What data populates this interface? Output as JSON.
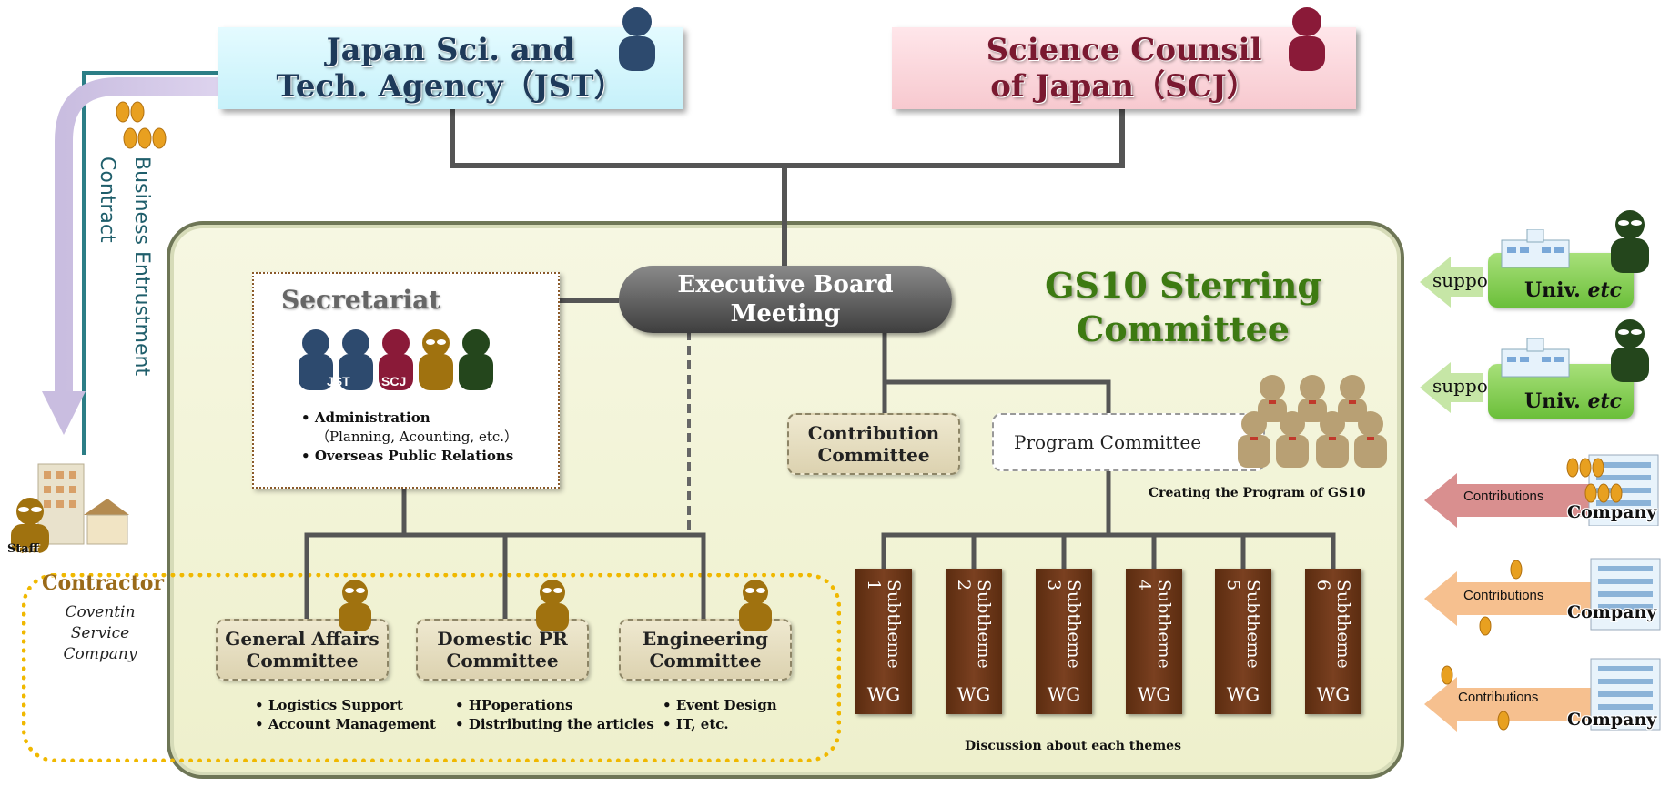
{
  "top_agencies": {
    "jst": "Japan Sci. and\nTech. Agency（JST）",
    "scj": "Science Counsil\nof Japan（SCJ）"
  },
  "contract_label": "Business Entrustment Contract",
  "steering": {
    "title": "GS10 Sterring\nCommittee",
    "executive_board": "Executive Board\nMeeting"
  },
  "secretariat": {
    "title": "Secretariat",
    "member_labels": [
      "JST",
      "SCJ"
    ],
    "duties": [
      "Administration",
      "（Planning, Acounting, etc.）",
      "Overseas Public Relations"
    ]
  },
  "contribution_committee": "Contribution\nCommittee",
  "program_committee": {
    "label": "Program Committee",
    "caption": "Creating the Program of GS10"
  },
  "working_groups": {
    "items": [
      {
        "subtheme": "Subtheme 1",
        "wg": "WG"
      },
      {
        "subtheme": "Subtheme 2",
        "wg": "WG"
      },
      {
        "subtheme": "Subtheme 3",
        "wg": "WG"
      },
      {
        "subtheme": "Subtheme 4",
        "wg": "WG"
      },
      {
        "subtheme": "Subtheme 5",
        "wg": "WG"
      },
      {
        "subtheme": "Subtheme 6",
        "wg": "WG"
      }
    ],
    "caption": "Discussion about each themes"
  },
  "sub_committees": [
    {
      "name": "General Affairs\nCommittee",
      "duties": [
        "Logistics Support",
        "Account Management"
      ]
    },
    {
      "name": "Domestic PR\nCommittee",
      "duties": [
        "HPoperations",
        "Distributing the articles"
      ]
    },
    {
      "name": "Engineering\nCommittee",
      "duties": [
        "Event Design",
        "IT, etc."
      ]
    }
  ],
  "contractor": {
    "staff": "Staff",
    "title": "Contractor",
    "company": "Coventin Service\nCompany"
  },
  "external": {
    "support_label": "support",
    "univ_label_bold": "Univ.",
    "univ_label_italic": "etc",
    "contributions_label": "Contributions",
    "company_label": "Company"
  },
  "colors": {
    "jst_person": "#2d4a6e",
    "scj_person": "#8a1a38",
    "contractor_person": "#a0720f",
    "univ_person": "#24461c",
    "member_person": "#b8a074",
    "steering_title": "#3d7a12"
  }
}
